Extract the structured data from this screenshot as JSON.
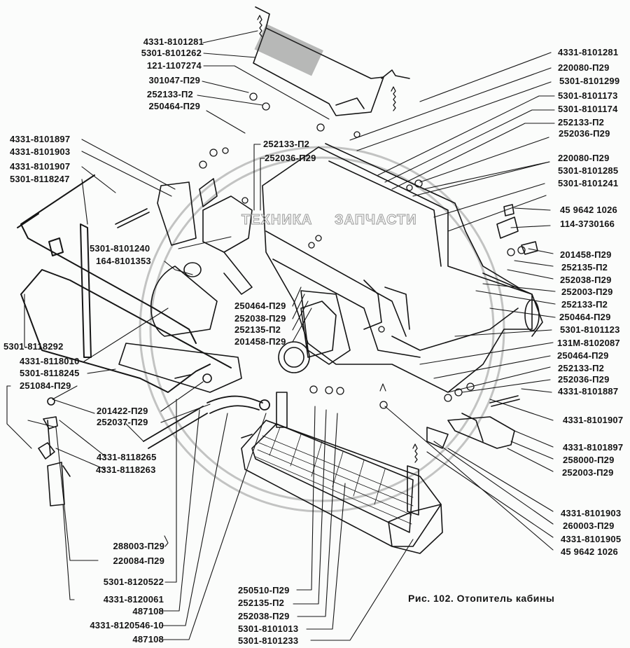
{
  "figure": {
    "caption": "Рис. 102. Отопитель кабины",
    "watermark": {
      "left": "ТЕХНИКА",
      "right": "ЗАПЧАСТИ"
    }
  },
  "labels": {
    "top_left": [
      "4331-8101281",
      "5301-8101262",
      "121-1107274",
      "301047-П29",
      "252133-П2",
      "250464-П29"
    ],
    "top_center": [
      "252133-П2",
      "252036-П29"
    ],
    "left_upper": [
      "4331-8101897",
      "4331-8101903",
      "4331-8101907",
      "5301-8118247"
    ],
    "left_middle": [
      "5301-8101240",
      "164-8101353"
    ],
    "center": [
      "250464-П29",
      "252038-П29",
      "252135-П2",
      "201458-П29"
    ],
    "right_top": [
      "4331-8101281",
      "220080-П29",
      "5301-8101299",
      "5301-8101173",
      "5301-8101174",
      "252133-П2",
      "252036-П29",
      "220080-П29",
      "5301-8101285",
      "5301-8101241"
    ],
    "right_bolt": [
      "45 9642 1026",
      "114-3730166"
    ],
    "right_middle": [
      "201458-П29",
      "252135-П2",
      "252038-П29",
      "252003-П29",
      "252133-П2",
      "250464-П29",
      "5301-8101123",
      "131М-8102087",
      "250464-П29",
      "252133-П2",
      "252036-П29",
      "4331-8101887"
    ],
    "right_lower": [
      "4331-8101907",
      "4331-8101897",
      "258000-П29",
      "252003-П29"
    ],
    "right_bottom": [
      "4331-8101903",
      "260003-П29",
      "4331-8101905",
      "45 9642 1026"
    ],
    "left_lower": [
      "5301-8118292",
      "4331-8118010",
      "5301-8118245",
      "251084-П29"
    ],
    "left_clamp": [
      "201422-П29",
      "252037-П29"
    ],
    "left_pipe": [
      "4331-8118265",
      "4331-8118263"
    ],
    "bottom_left": [
      "288003-П29",
      "220084-П29",
      "5301-8120522",
      "4331-8120061",
      "487108",
      "4331-8120546-10",
      "487108"
    ],
    "bottom_center": [
      "250510-П29",
      "252135-П2",
      "252038-П29",
      "5301-8101013",
      "5301-8101233"
    ]
  }
}
